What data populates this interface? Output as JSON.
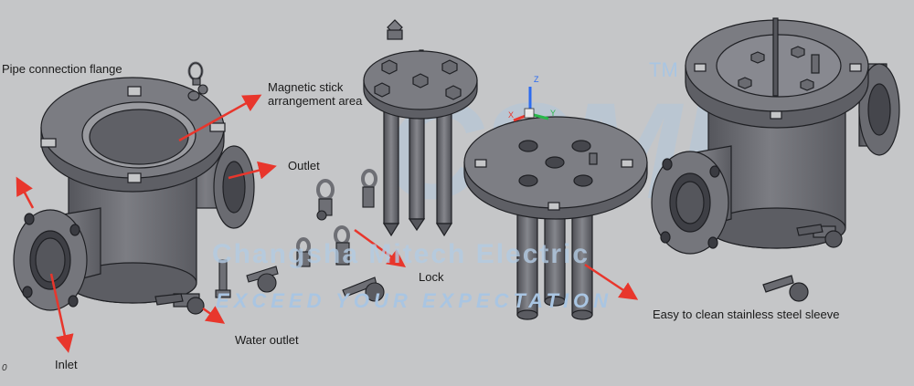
{
  "labels": {
    "pipe_flange": "Pipe connection flange",
    "magnetic_area": "Magnetic stick arrangement area",
    "outlet": "Outlet",
    "lock": "Lock",
    "water_outlet": "Water outlet",
    "inlet": "Inlet",
    "easy_clean": "Easy to clean stainless steel sleeve",
    "corner_mark": "0"
  },
  "watermark": {
    "mark": "CSME",
    "trademark": "TM",
    "company": "Changsha Mitech Electric",
    "slogan": "EXCEED YOUR EXPECTATION"
  },
  "axis_gizmo": {
    "z": "Z",
    "y": "Y",
    "x": "X"
  },
  "colors": {
    "background": "#c5c6c8",
    "metal": "#6e6f75",
    "metal_light": "#8d8e94",
    "metal_dark": "#4e4f55",
    "edge": "#1f2024",
    "arrow": "#e8362c",
    "watermark": "#a9c5e2"
  }
}
